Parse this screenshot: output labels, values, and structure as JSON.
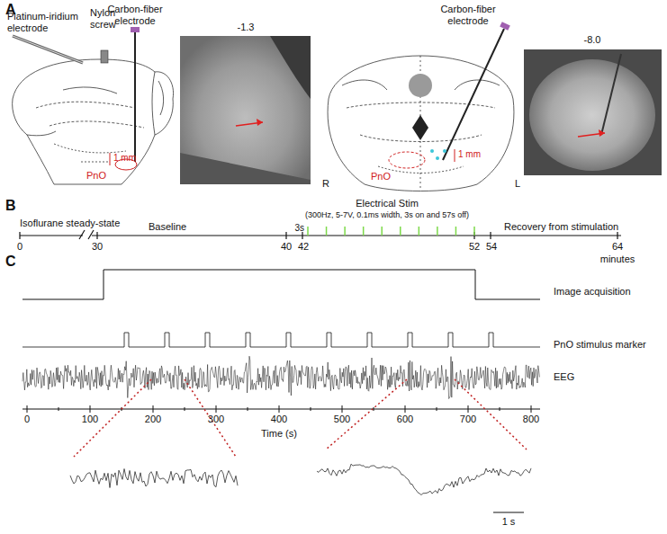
{
  "diagram": {
    "labels": [
      "A",
      "Platinum-iridium electrode",
      "Nylon screw",
      "Carbon-fiber electrode",
      "PnO",
      "1 mm",
      "-1.3",
      "Carbon-fiber electrode",
      "R",
      "PnO",
      "1 mm",
      "L",
      "-8.0",
      "R",
      "L",
      "B",
      "Isoflurane steady-state",
      "Electrical Stim",
      "(300Hz, 5-7V, 0.1ms width, 3s on and 57s off)",
      "3s",
      "Baseline",
      "Recovery from stimulation",
      "0",
      "30",
      "40",
      "42",
      "52",
      "54",
      "64",
      "minutes",
      "C",
      "Image acquisition",
      "PnO stimulus marker",
      "EEG",
      "0",
      "100",
      "200",
      "300",
      "400",
      "500",
      "600",
      "700",
      "800",
      "Time (s)",
      "1 s"
    ]
  }
}
